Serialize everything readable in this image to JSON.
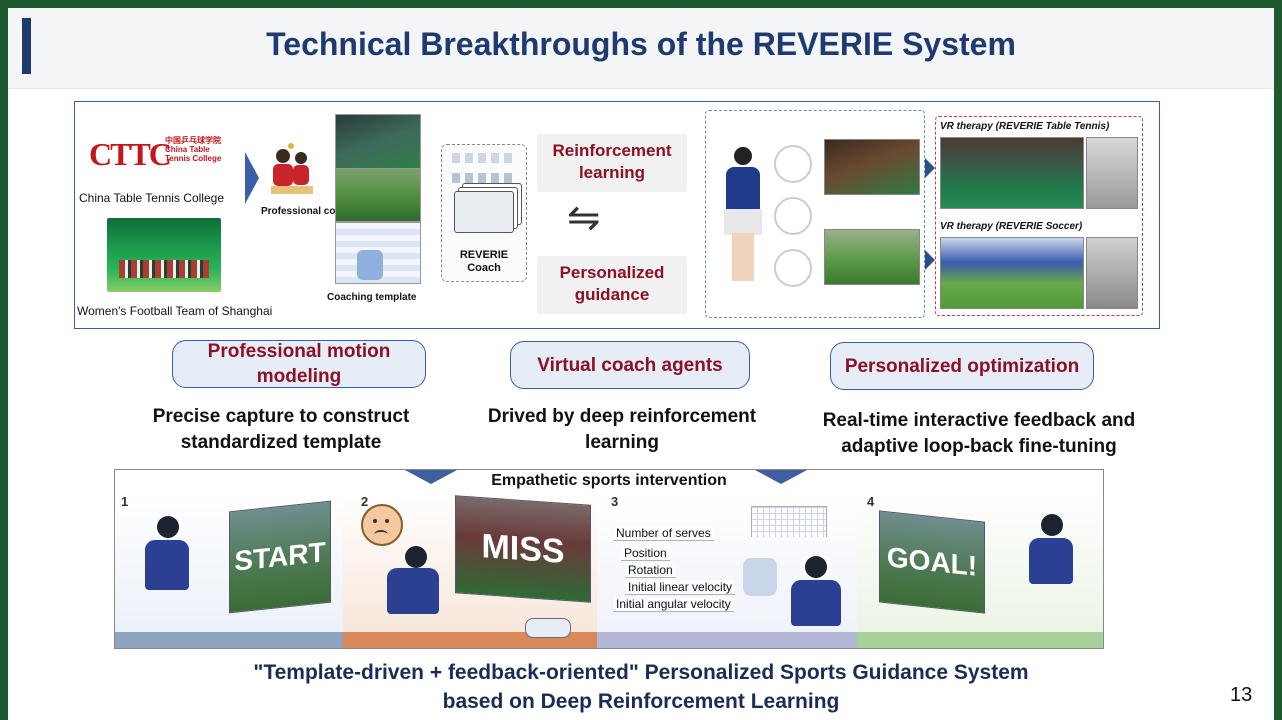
{
  "title": "Technical Breakthroughs of the REVERIE System",
  "top_panel": {
    "logo_text": "CTTC",
    "logo_subtext": "中国乒乓球学院 China Table Tennis College",
    "college_caption": "China Table Tennis College",
    "team_caption": "Women's Football Team of Shanghai",
    "coach_panel_label": "Professional coach panel",
    "coaching_template_label": "Coaching template",
    "reverie_coach_label": "REVERIE Coach",
    "rl_label": "Reinforcement learning",
    "pg_label": "Personalized guidance",
    "vr_tt_label": "VR therapy (REVERIE Table Tennis)",
    "vr_soccer_label": "VR therapy (REVERIE Soccer)"
  },
  "features": [
    {
      "pill": "Professional motion modeling",
      "desc": "Precise capture to construct standardized template"
    },
    {
      "pill": "Virtual coach agents",
      "desc": "Drived by deep reinforcement learning"
    },
    {
      "pill": "Personalized optimization",
      "desc": "Real-time interactive feedback and adaptive loop-back fine-tuning"
    }
  ],
  "bottom_panel": {
    "title": "Empathetic sports intervention",
    "steps": [
      "1",
      "2",
      "3",
      "4"
    ],
    "billboards": [
      "START",
      "MISS",
      "GOAL!"
    ],
    "params": [
      "Number of serves",
      "Position",
      "Rotation",
      "Initial linear velocity",
      "Initial angular velocity"
    ]
  },
  "footer": {
    "line1": "\"Template-driven + feedback-oriented\" Personalized Sports Guidance System",
    "line2": "based on Deep Reinforcement Learning"
  },
  "page_number": "13",
  "colors": {
    "title": "#1e3a6e",
    "accent_red": "#8b1124",
    "frame_blue": "#3b5ea8"
  }
}
